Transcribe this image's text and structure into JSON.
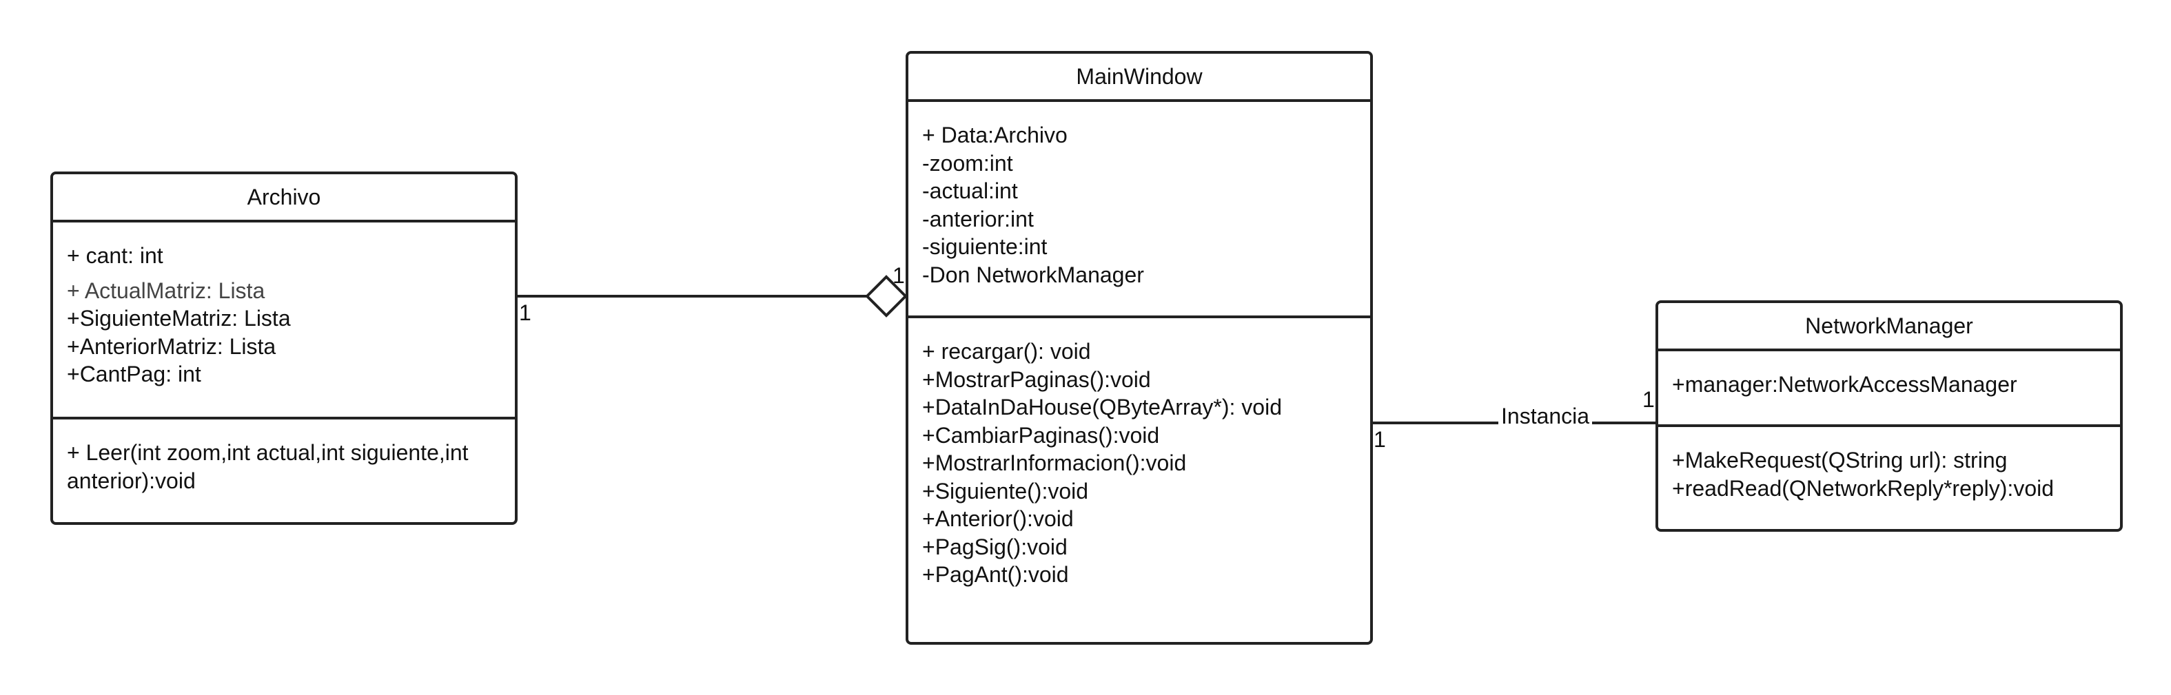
{
  "classes": {
    "archivo": {
      "name": "Archivo",
      "attributes": [
        "+ cant: int",
        "+  ActualMatriz: Lista",
        "+SiguienteMatriz: Lista",
        "+AnteriorMatriz: Lista",
        "+CantPag: int"
      ],
      "operations": [
        "+ Leer(int zoom,int actual,int siguiente,int anterior):void"
      ]
    },
    "mainwindow": {
      "name": "MainWindow",
      "attributes": [
        "+ Data:Archivo",
        "-zoom:int",
        "-actual:int",
        "-anterior:int",
        "-siguiente:int",
        "-Don NetworkManager"
      ],
      "operations": [
        "+ recargar(): void",
        "+MostrarPaginas():void",
        "+DataInDaHouse(QByteArray*): void",
        "+CambiarPaginas():void",
        "+MostrarInformacion():void",
        "+Siguiente():void",
        "+Anterior():void",
        "+PagSig():void",
        "+PagAnt():void"
      ]
    },
    "networkmanager": {
      "name": "NetworkManager",
      "attributes": [
        "+manager:NetworkAccessManager"
      ],
      "operations": [
        "+MakeRequest(QString url): string",
        "+readRead(QNetworkReply*reply):void"
      ]
    }
  },
  "relations": {
    "aggregation": {
      "type": "aggregation",
      "source_multiplicity": "1",
      "target_multiplicity": "1"
    },
    "instancia": {
      "type": "association",
      "label": "Instancia",
      "source_multiplicity": "1",
      "target_multiplicity": "1"
    }
  }
}
